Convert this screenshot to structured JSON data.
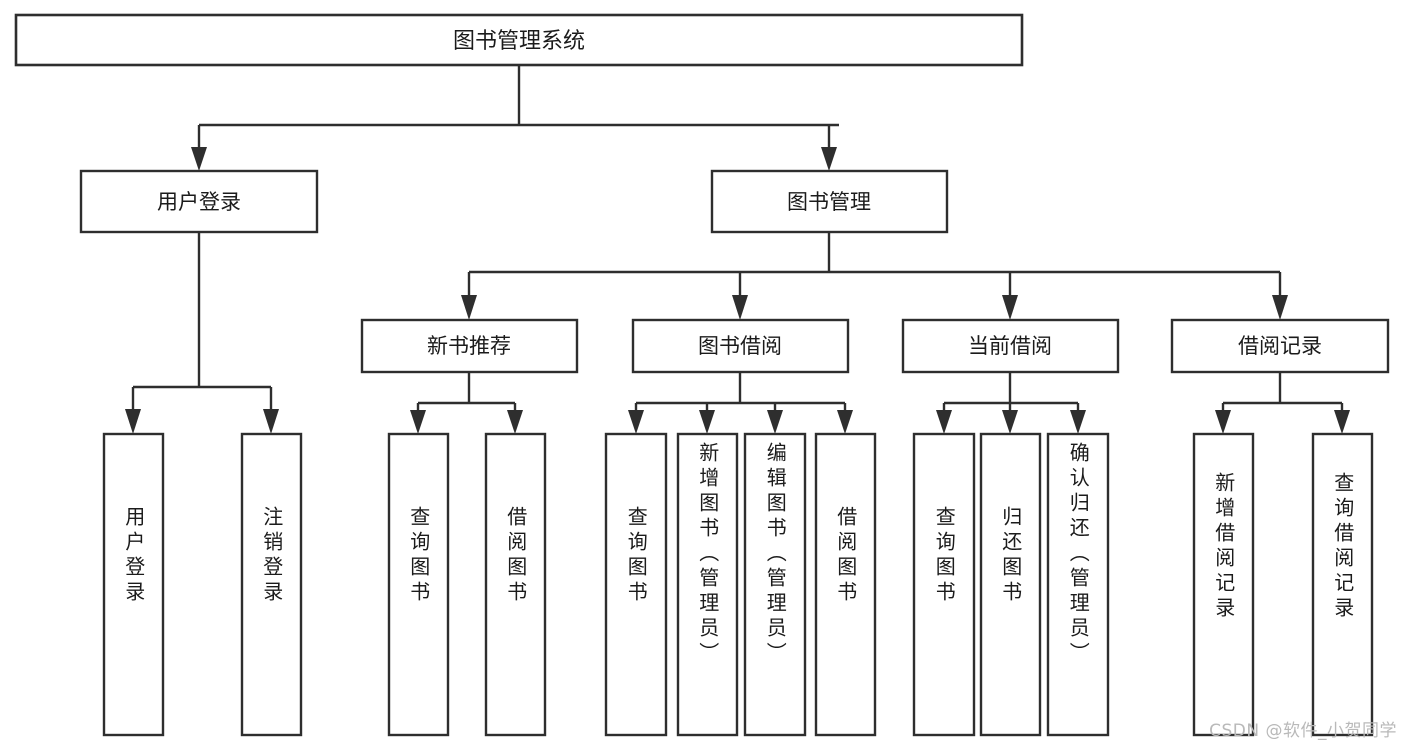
{
  "diagram": {
    "type": "tree",
    "title": "图书管理系统",
    "root": {
      "id": "root",
      "label": "图书管理系统",
      "orientation": "horizontal"
    },
    "level2": [
      {
        "id": "user-login",
        "label": "用户登录",
        "orientation": "horizontal"
      },
      {
        "id": "book-manage",
        "label": "图书管理",
        "orientation": "horizontal"
      }
    ],
    "level3": [
      {
        "id": "new-book-rec",
        "label": "新书推荐",
        "orientation": "horizontal",
        "parent": "book-manage"
      },
      {
        "id": "book-borrow",
        "label": "图书借阅",
        "orientation": "horizontal",
        "parent": "book-manage"
      },
      {
        "id": "current-borrow",
        "label": "当前借阅",
        "orientation": "horizontal",
        "parent": "book-manage"
      },
      {
        "id": "borrow-record",
        "label": "借阅记录",
        "orientation": "horizontal",
        "parent": "book-manage"
      }
    ],
    "leaves": [
      {
        "id": "leaf-user-login",
        "label": "用户登录",
        "parent": "user-login",
        "orientation": "vertical"
      },
      {
        "id": "leaf-user-logout",
        "label": "注销登录",
        "parent": "user-login",
        "orientation": "vertical"
      },
      {
        "id": "leaf-query-book-1",
        "label": "查询图书",
        "parent": "new-book-rec",
        "orientation": "vertical"
      },
      {
        "id": "leaf-borrow-book-1",
        "label": "借阅图书",
        "parent": "new-book-rec",
        "orientation": "vertical"
      },
      {
        "id": "leaf-query-book-2",
        "label": "查询图书",
        "parent": "book-borrow",
        "orientation": "vertical"
      },
      {
        "id": "leaf-add-book",
        "label": "新增图书（管理员）",
        "parent": "book-borrow",
        "orientation": "vertical"
      },
      {
        "id": "leaf-edit-book",
        "label": "编辑图书（管理员）",
        "parent": "book-borrow",
        "orientation": "vertical"
      },
      {
        "id": "leaf-borrow-book-2",
        "label": "借阅图书",
        "parent": "book-borrow",
        "orientation": "vertical"
      },
      {
        "id": "leaf-query-book-3",
        "label": "查询图书",
        "parent": "current-borrow",
        "orientation": "vertical"
      },
      {
        "id": "leaf-return-book",
        "label": "归还图书",
        "parent": "current-borrow",
        "orientation": "vertical"
      },
      {
        "id": "leaf-confirm-return",
        "label": "确认归还（管理员）",
        "parent": "current-borrow",
        "orientation": "vertical"
      },
      {
        "id": "leaf-add-record",
        "label": "新增借阅记录",
        "parent": "borrow-record",
        "orientation": "vertical"
      },
      {
        "id": "leaf-query-record",
        "label": "查询借阅记录",
        "parent": "borrow-record",
        "orientation": "vertical"
      }
    ],
    "colors": {
      "background": "#ffffff",
      "box_fill": "#ffffff",
      "box_stroke": "#2e2e2e",
      "line": "#2e2e2e",
      "text": "#1b1b1b",
      "watermark": "#b9b9b9"
    }
  },
  "watermark": {
    "text": "CSDN @软件_小贺同学"
  }
}
